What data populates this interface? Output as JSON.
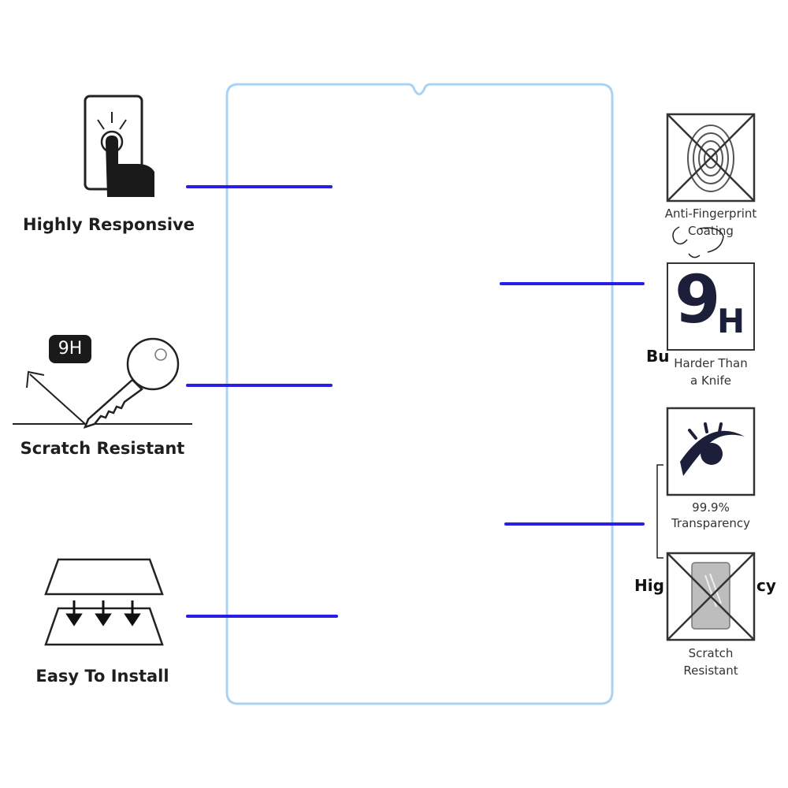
{
  "features_left": [
    {
      "label": "Highly Responsive",
      "icon": "finger-touch-icon"
    },
    {
      "label": "Scratch Resistant",
      "icon": "key-scratch-icon",
      "badge": "9H"
    },
    {
      "label": "Easy To Install",
      "icon": "layer-press-icon"
    }
  ],
  "features_right": [
    {
      "line1": "Anti-Fingerprint",
      "line2": "Coating",
      "icon": "fingerprint-crossed-icon"
    },
    {
      "line1": "Harder Than",
      "line2": "a Knife",
      "icon": "9h-hardness-icon",
      "badge_num": "9",
      "badge_unit": "H"
    },
    {
      "line1": "99.9%",
      "line2": "Transparency",
      "icon": "eye-icon"
    },
    {
      "line1": "Scratch",
      "line2": "Resistant",
      "icon": "scratch-crossed-icon"
    }
  ],
  "ghost_text": {
    "bu": "Bu",
    "hig": "Hig",
    "cy": "cy"
  },
  "colors": {
    "connector": "#2a1ee6",
    "tablet_outline": "#a9d3f5",
    "icon_dark": "#1a1a1a"
  }
}
